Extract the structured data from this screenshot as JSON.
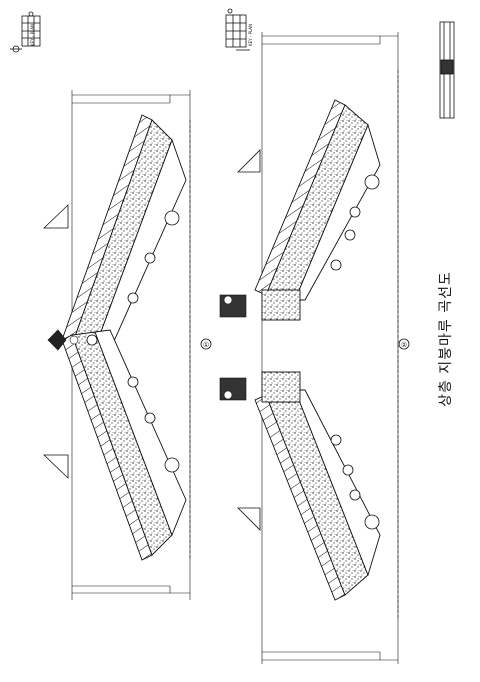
{
  "drawing": {
    "title": "상층 지붕마루 곡선도",
    "key_plan_label": "KEY - PLAN",
    "section_1_marker": "①",
    "section_2_marker": "②"
  },
  "colors": {
    "line": "#111111",
    "background": "#ffffff",
    "fill": "#222222"
  },
  "icons": [
    "key-plan-grid-icon",
    "north-arrow-icon",
    "ridge-ornament-icon",
    "slope-triangle-icon",
    "roof-tile-disc-icon"
  ]
}
